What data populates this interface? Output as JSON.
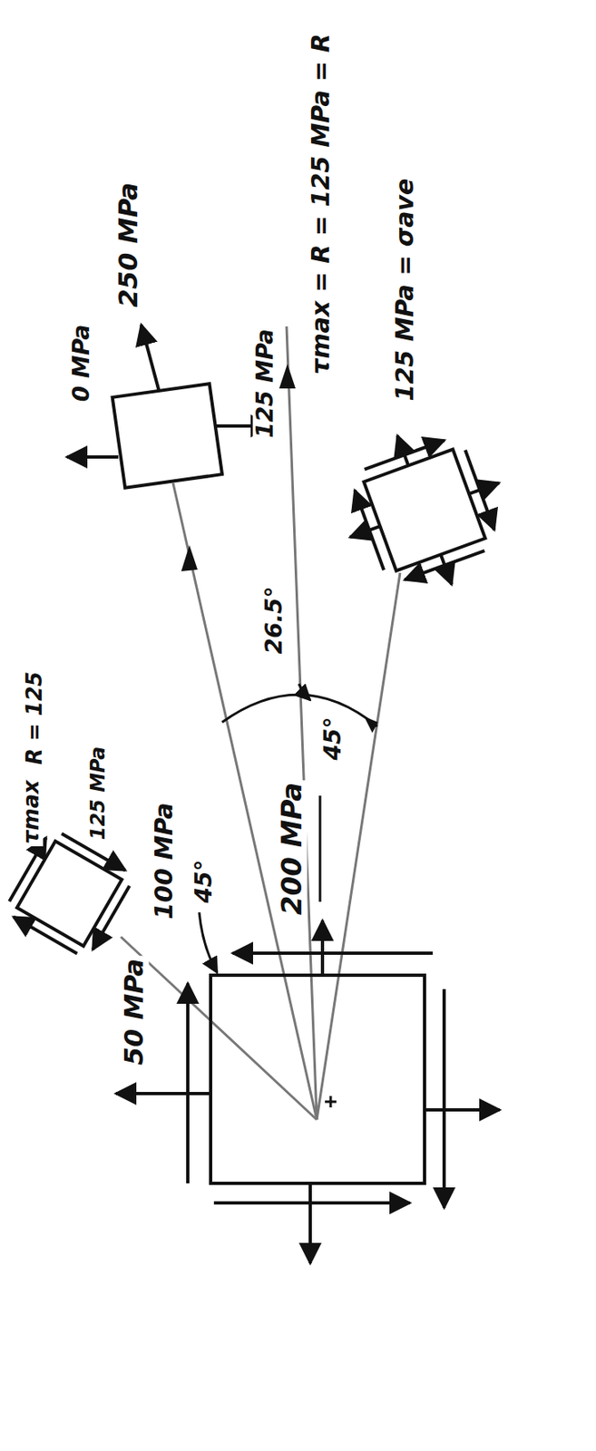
{
  "diagram": {
    "labels": [
      "50 MPa",
      "100 MPa",
      "45°",
      "200 MPa",
      "τmax",
      "R = 125",
      "125 MPa",
      "0 MPa",
      "250 MPa",
      "26.5°",
      "45°",
      "125 MPa",
      "τmax = R = 125 MPa = R",
      "125 MPa = σave"
    ]
  }
}
